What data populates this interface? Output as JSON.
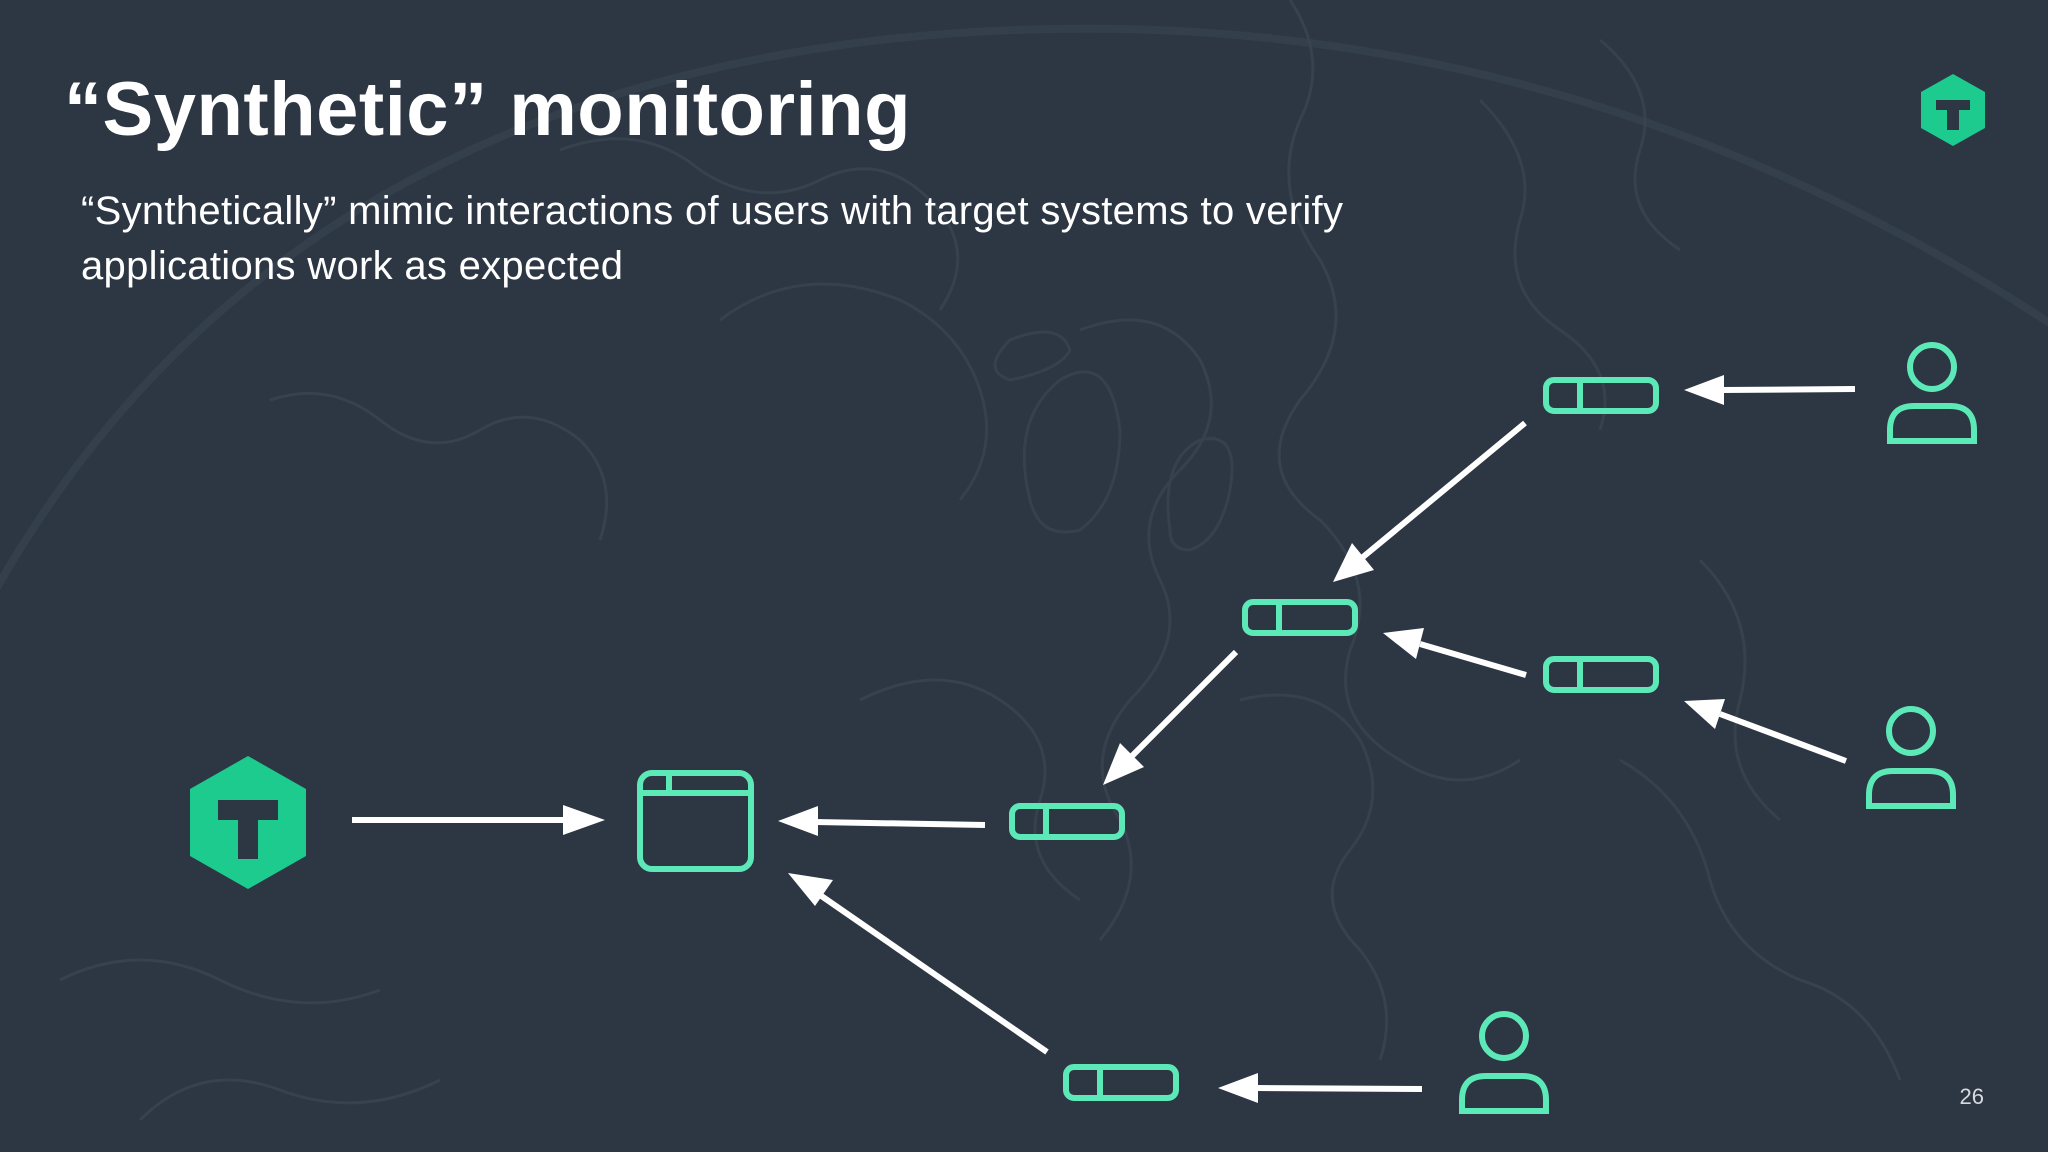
{
  "slide": {
    "title": "“Synthetic” monitoring",
    "subtitle": "“Synthetically” mimic interactions of users with target systems to verify applications work as expected",
    "page_number": "26"
  },
  "colors": {
    "background": "#2d3643",
    "accent": "#5de8b8",
    "logo_green": "#1ecb8e",
    "arrow": "#ffffff",
    "map_lines": "#3a4553"
  },
  "diagram": {
    "nodes": [
      {
        "id": "monitor",
        "kind": "logo",
        "icon": "monitoring-logo-icon"
      },
      {
        "id": "app",
        "kind": "application-window",
        "icon": "browser-window-icon"
      },
      {
        "id": "service-a",
        "kind": "service",
        "icon": "service-pill-icon"
      },
      {
        "id": "service-b",
        "kind": "service",
        "icon": "service-pill-icon"
      },
      {
        "id": "service-c",
        "kind": "service",
        "icon": "service-pill-icon"
      },
      {
        "id": "service-d",
        "kind": "service",
        "icon": "service-pill-icon"
      },
      {
        "id": "service-e",
        "kind": "service",
        "icon": "service-pill-icon"
      },
      {
        "id": "user-1",
        "kind": "user",
        "icon": "user-icon"
      },
      {
        "id": "user-2",
        "kind": "user",
        "icon": "user-icon"
      },
      {
        "id": "user-3",
        "kind": "user",
        "icon": "user-icon"
      }
    ],
    "edges": [
      {
        "from": "monitor",
        "to": "app"
      },
      {
        "from": "service-a",
        "to": "app"
      },
      {
        "from": "service-b",
        "to": "service-a"
      },
      {
        "from": "service-c",
        "to": "service-b"
      },
      {
        "from": "service-d",
        "to": "service-b"
      },
      {
        "from": "service-e",
        "to": "app"
      },
      {
        "from": "user-1",
        "to": "service-c"
      },
      {
        "from": "user-2",
        "to": "service-d"
      },
      {
        "from": "user-3",
        "to": "service-e"
      }
    ]
  }
}
